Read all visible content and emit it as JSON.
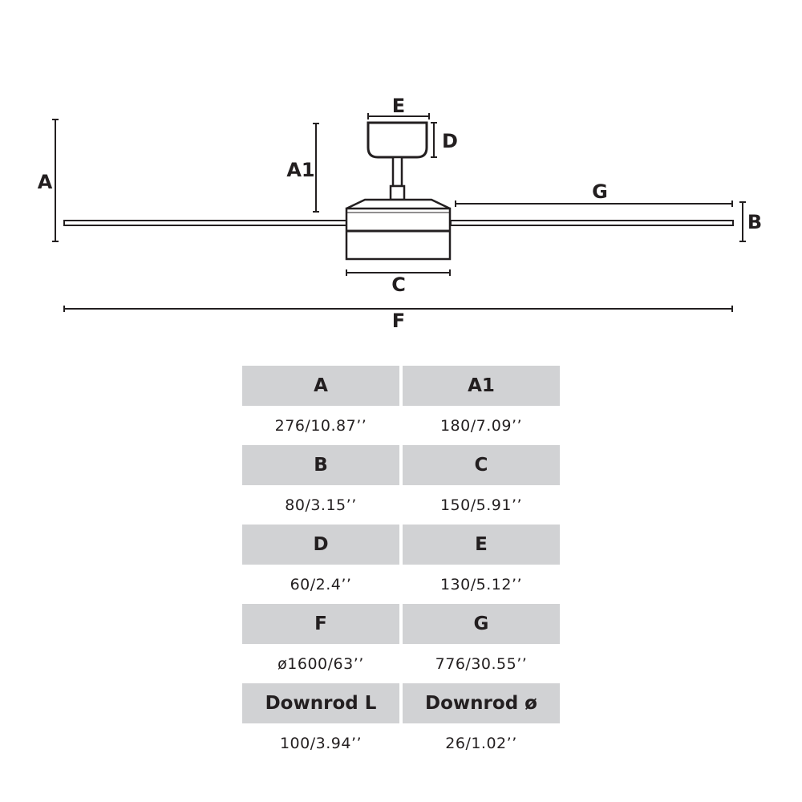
{
  "diagram": {
    "labels": {
      "A": "A",
      "A1": "A1",
      "B": "B",
      "C": "C",
      "D": "D",
      "E": "E",
      "F": "F",
      "G": "G"
    }
  },
  "table": {
    "rows": [
      {
        "h1": "A",
        "h2": "A1",
        "v1": "276/10.87’’",
        "v2": "180/7.09’’"
      },
      {
        "h1": "B",
        "h2": "C",
        "v1": "80/3.15’’",
        "v2": "150/5.91’’"
      },
      {
        "h1": "D",
        "h2": "E",
        "v1": "60/2.4’’",
        "v2": "130/5.12’’"
      },
      {
        "h1": "F",
        "h2": "G",
        "v1": "ø1600/63’’",
        "v2": "776/30.55’’"
      },
      {
        "h1": "Downrod L",
        "h2": "Downrod ø",
        "v1": "100/3.94’’",
        "v2": "26/1.02’’"
      }
    ]
  }
}
